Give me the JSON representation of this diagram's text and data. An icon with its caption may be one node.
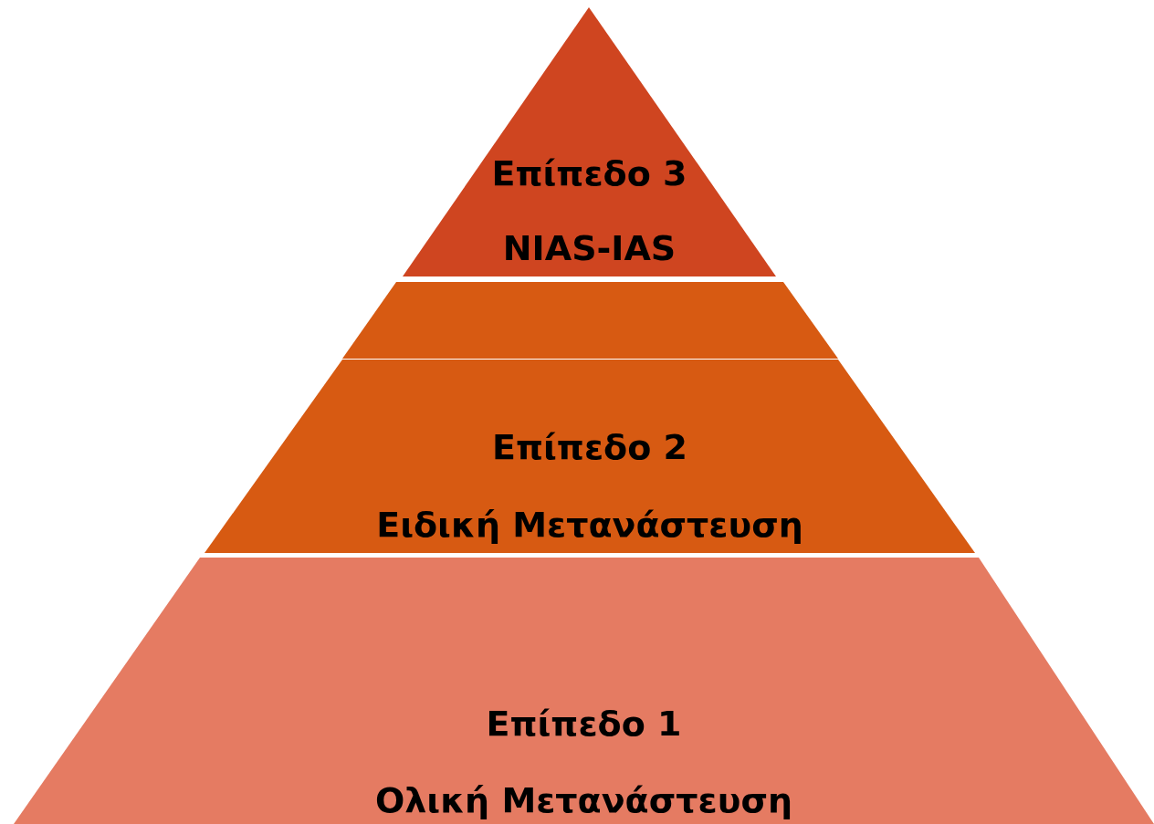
{
  "diagram": {
    "nodes": [
      {
        "text": [
          "Επίπεδο 3",
          "NIAS-IAS"
        ]
      },
      {
        "text": [],
        "shape": "band"
      },
      {
        "text": [
          "Επίπεδο 2",
          "Ειδική Μετανάστευση"
        ]
      },
      {
        "text": [
          "Επίπεδο 1",
          "Ολική Μετανάστευση"
        ]
      }
    ]
  }
}
